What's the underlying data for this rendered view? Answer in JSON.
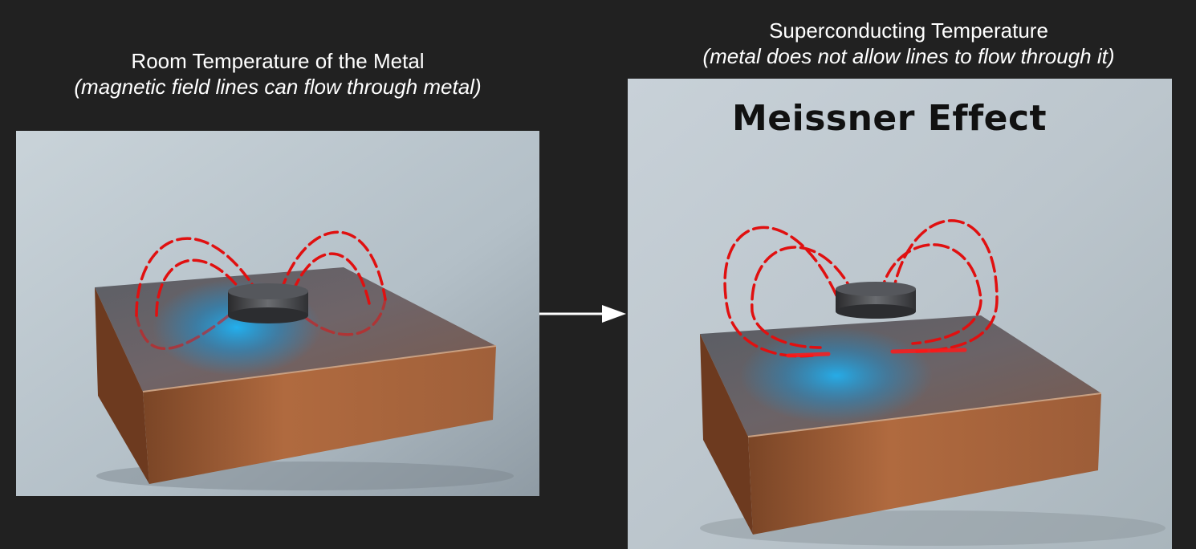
{
  "left": {
    "title": "Room Temperature of the Metal",
    "subtitle": "(magnetic field lines can flow through metal)"
  },
  "right": {
    "title": "Superconducting Temperature",
    "subtitle": "(metal does not allow lines to flow through it)",
    "image_label": "Meissner Effect"
  },
  "colors": {
    "background": "#212121",
    "field_lines": "#e01010",
    "glow": "#1aa8e8",
    "copper": "#a8643c"
  },
  "icons": [
    "right-arrow-icon"
  ]
}
